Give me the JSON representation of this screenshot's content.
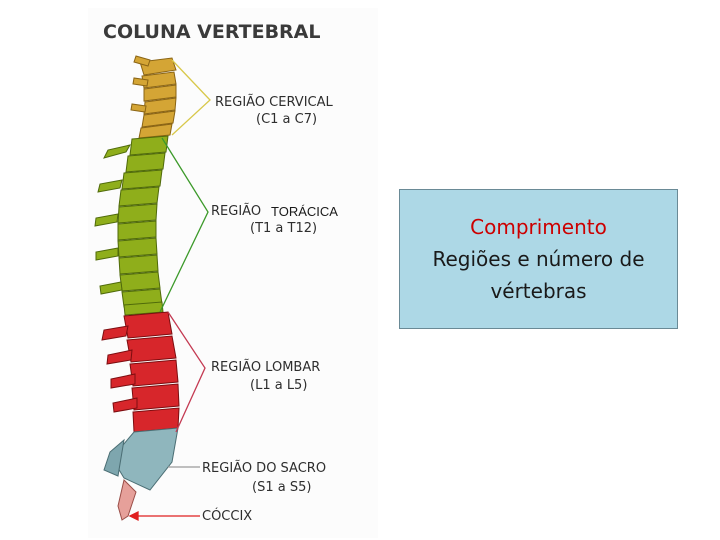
{
  "diagram": {
    "title": "COLUNA VERTEBRAL",
    "regions": [
      {
        "name": "REGIÃO CERVICAL",
        "range": "(C1 a C7)",
        "color": "#d4a535"
      },
      {
        "name_prefix": "REGIÃO",
        "name_suffix": "TORÁCICA",
        "range": "(T1 a T12)",
        "color": "#8fae1b"
      },
      {
        "name": "REGIÃO LOMBAR",
        "range": "(L1 a L5)",
        "color": "#d7262b"
      },
      {
        "name": "REGIÃO DO SACRO",
        "range": "(S1 a S5)",
        "color": "#8fb6bd"
      },
      {
        "name": "CÓCCIX",
        "range": "",
        "color": "#e02020"
      }
    ],
    "leader_colors": {
      "cervical": "#d8c84a",
      "thoracic": "#3c9a2a",
      "lumbar": "#c43a52",
      "sacral": "#9a9a9a",
      "coccyx": "#e02020"
    }
  },
  "info_box": {
    "title": "Comprimento",
    "subtitle": "Regiões e número de vértebras",
    "background": "#add8e6",
    "title_color": "#cc0000"
  }
}
